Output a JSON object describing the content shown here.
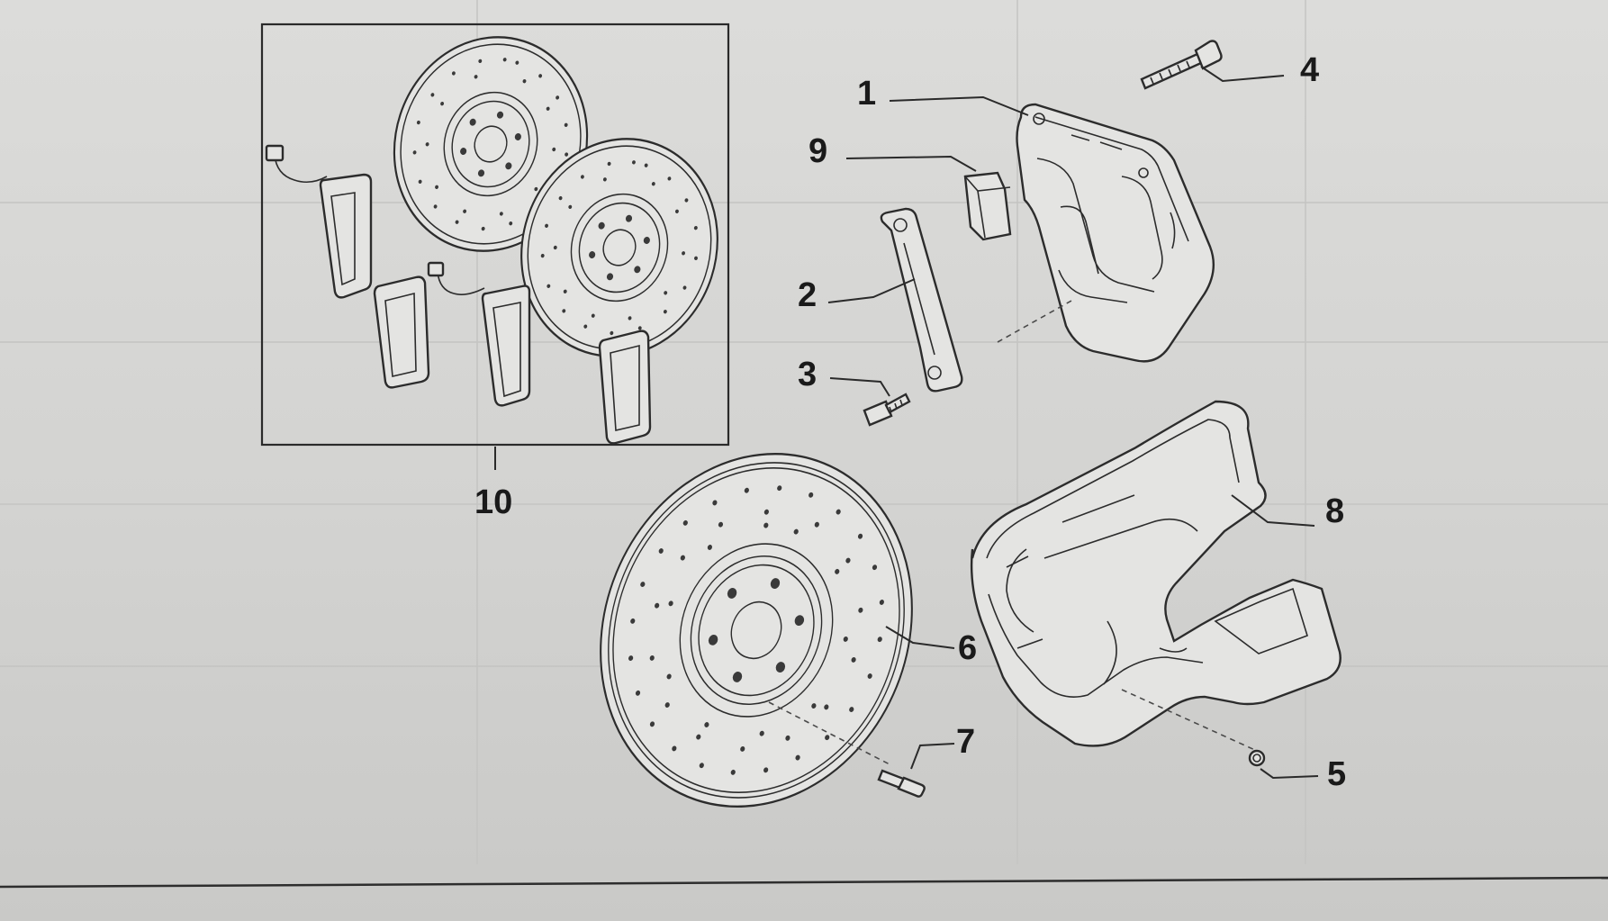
{
  "diagram": {
    "callouts": [
      {
        "id": "1",
        "label": "1",
        "part": "caliper"
      },
      {
        "id": "2",
        "label": "2",
        "part": "mounting-bracket"
      },
      {
        "id": "3",
        "label": "3",
        "part": "bracket-bolt"
      },
      {
        "id": "4",
        "label": "4",
        "part": "caliper-bolt"
      },
      {
        "id": "5",
        "label": "5",
        "part": "shield-screw"
      },
      {
        "id": "6",
        "label": "6",
        "part": "brake-disc"
      },
      {
        "id": "7",
        "label": "7",
        "part": "disc-locating-pin"
      },
      {
        "id": "8",
        "label": "8",
        "part": "splash-shield"
      },
      {
        "id": "9",
        "label": "9",
        "part": "spacer-block"
      },
      {
        "id": "10",
        "label": "10",
        "part": "kit-disc-and-pads"
      }
    ]
  }
}
